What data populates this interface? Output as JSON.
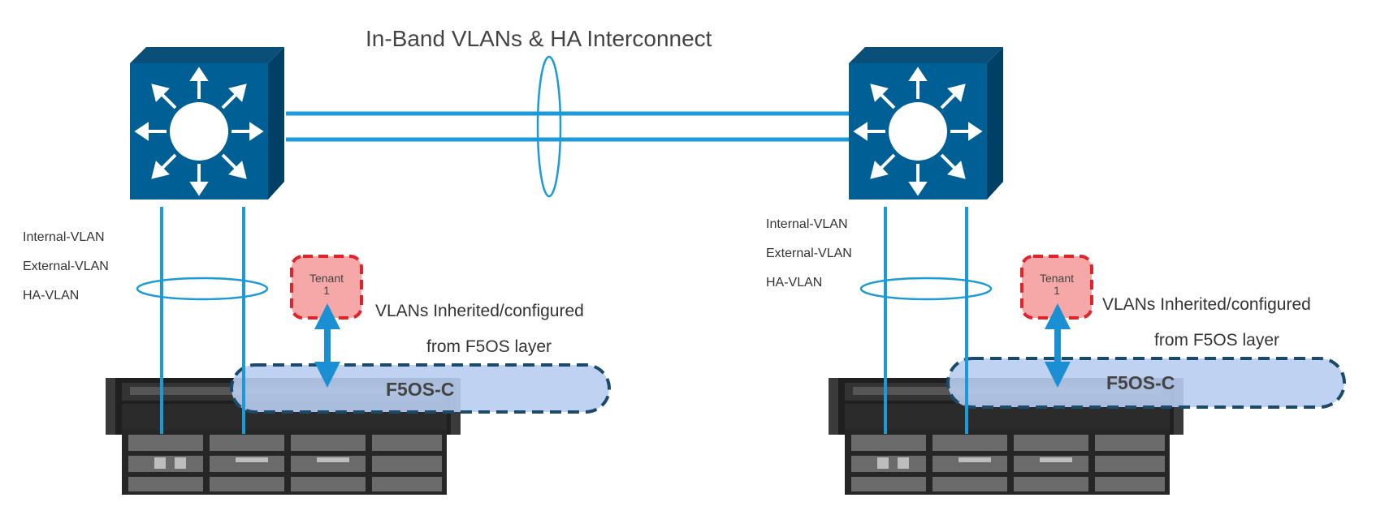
{
  "diagram": {
    "title": "In-Band VLANs & HA Interconnect",
    "colors": {
      "switch_front": "#005f94",
      "switch_top": "#0a4f7a",
      "switch_side": "#003f66",
      "link": "#1a9bd7",
      "f5os_border": "#1b4a6b",
      "f5os_fill": "#b9cdf0",
      "tenant_border": "#e0242b",
      "tenant_fill": "#f6a8a8",
      "arrow": "#1a8fd3",
      "chassis": "#2a2a2a"
    },
    "left": {
      "switch_icon": "layer3-switch-icon",
      "vlans": [
        "Internal-VLAN",
        "External-VLAN",
        "HA-VLAN"
      ],
      "tenant_label": "Tenant",
      "tenant_number": "1",
      "note_line1": "VLANs Inherited/configured",
      "note_line2": "from F5OS layer",
      "f5os_label": "F5OS-C",
      "chassis_icon": "velos-chassis-icon"
    },
    "right": {
      "switch_icon": "layer3-switch-icon",
      "vlans": [
        "Internal-VLAN",
        "External-VLAN",
        "HA-VLAN"
      ],
      "tenant_label": "Tenant",
      "tenant_number": "1",
      "note_line1": "VLANs Inherited/configured",
      "note_line2": "from F5OS layer",
      "f5os_label": "F5OS-C",
      "chassis_icon": "velos-chassis-icon"
    }
  }
}
